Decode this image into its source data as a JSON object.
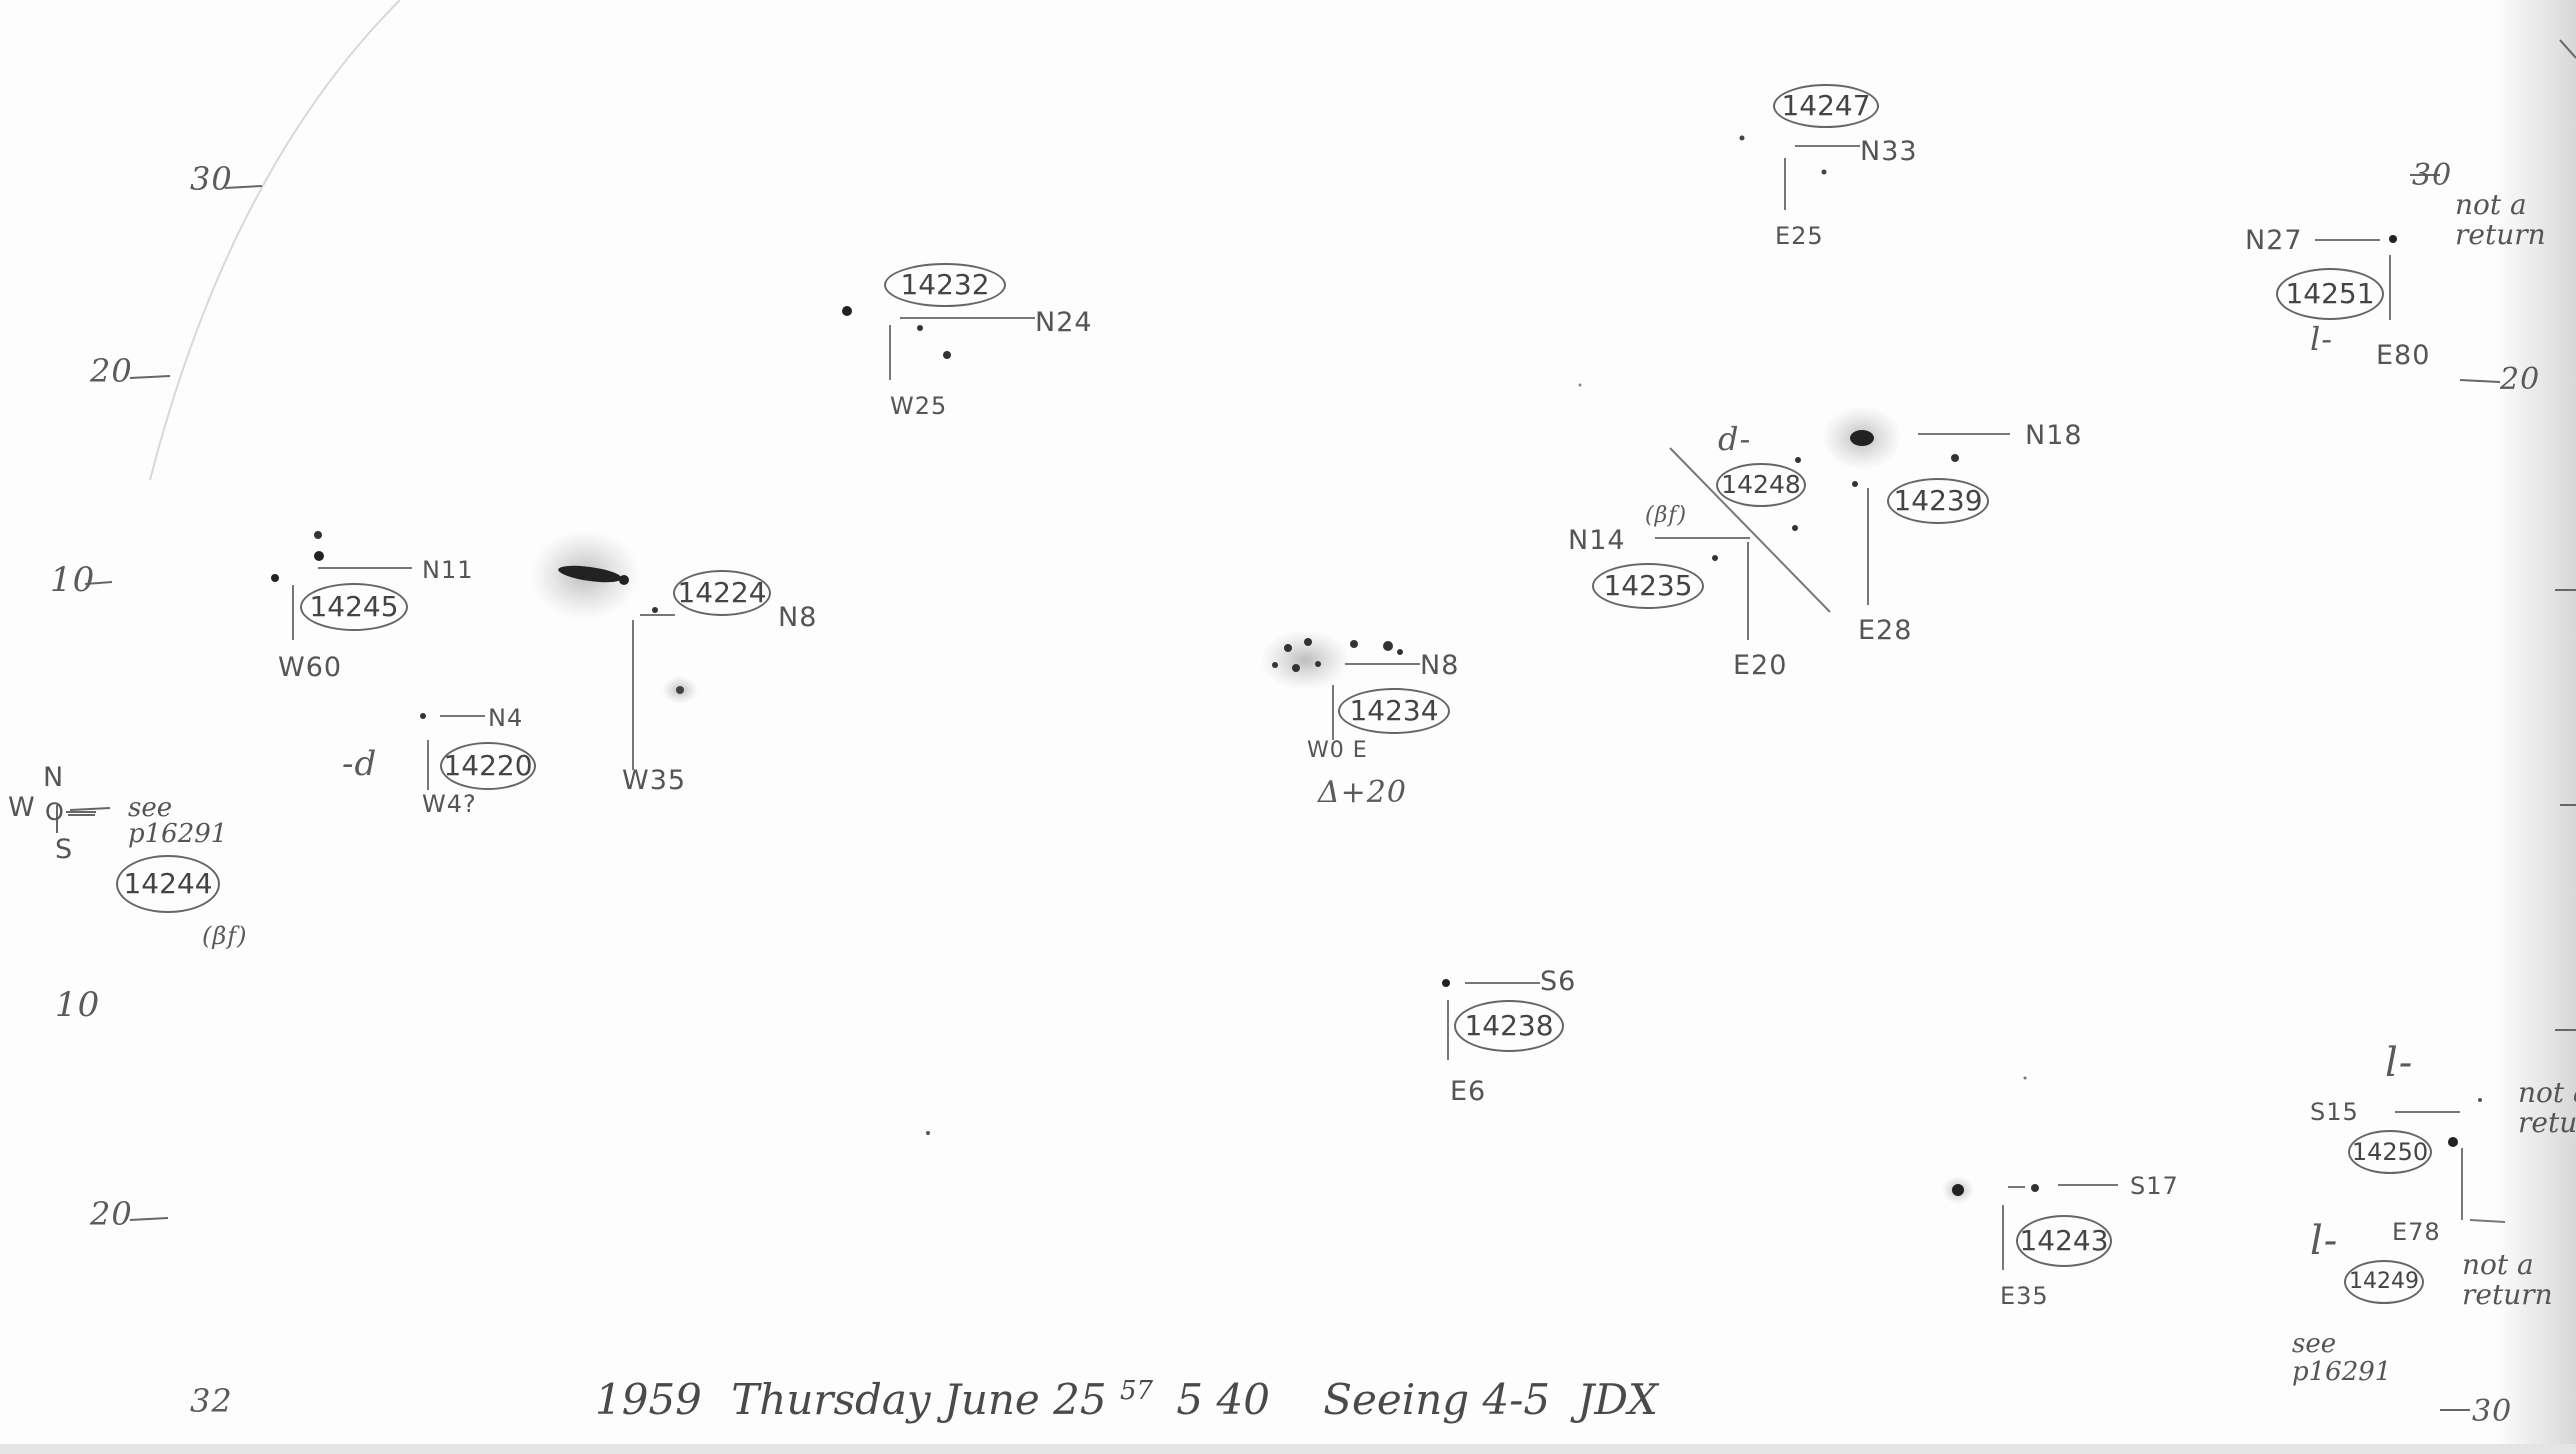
{
  "scale_left": [
    "30",
    "20",
    "10",
    "W",
    "10",
    "20",
    "32"
  ],
  "compass": {
    "n": "N",
    "w": "W",
    "o": "O",
    "s": "S"
  },
  "scale_right": [
    "30",
    "20",
    "30"
  ],
  "groups": {
    "g14247": {
      "id": "14247",
      "north": "N33",
      "east": "E25"
    },
    "g14232": {
      "id": "14232",
      "north": "N24",
      "west": "W25"
    },
    "g14251": {
      "id": "14251",
      "north": "N27",
      "east": "E80",
      "mark": "l-",
      "note": "not a\nreturn"
    },
    "g14248": {
      "id": "14248",
      "mark": "d-"
    },
    "g14239": {
      "id": "14239",
      "north": "N18",
      "east": "E28"
    },
    "g14235": {
      "id": "14235",
      "north": "N14",
      "east": "E20",
      "tag": "(βf)"
    },
    "g14245": {
      "id": "14245",
      "north": "N11",
      "west": "W60"
    },
    "g14224": {
      "id": "14224",
      "north": "N8",
      "west": "W35"
    },
    "g14220": {
      "id": "14220",
      "north": "N4",
      "west": "W4?",
      "mark": "-d"
    },
    "g14244": {
      "id": "14244",
      "see": "see\np16291",
      "tag": "(βf)"
    },
    "g14234": {
      "id": "14234",
      "north": "N8",
      "west": "W0 E",
      "delta": "Δ+20"
    },
    "g14238": {
      "id": "14238",
      "south": "S6",
      "east": "E6"
    },
    "g14243": {
      "id": "14243",
      "south": "S17",
      "east": "E35"
    },
    "g14250": {
      "id": "14250",
      "south": "S15",
      "mark": "l-",
      "note": "not a\nreturn"
    },
    "g14249": {
      "id": "14249",
      "east": "E78",
      "mark": "l-",
      "note": "not a\nreturn",
      "see": "see\np16291"
    }
  },
  "footer": {
    "year": "1959",
    "day": "Thursday June 25",
    "time_sup": "57",
    "time": "5 40",
    "seeing": "Seeing 4-5",
    "initials": "JDX"
  }
}
